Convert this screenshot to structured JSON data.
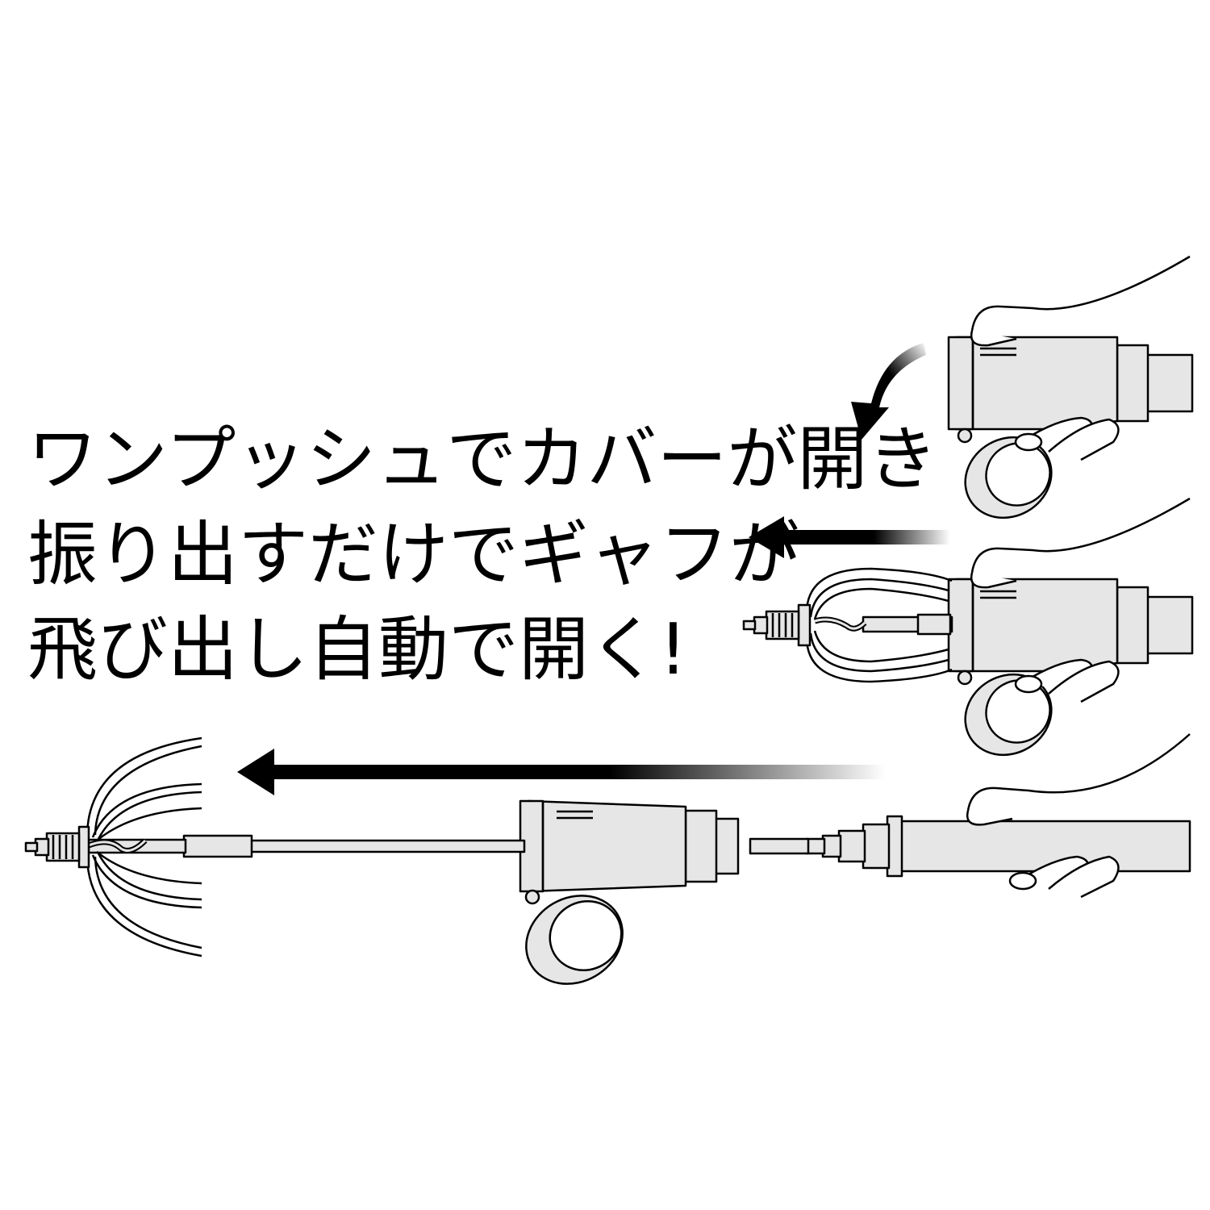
{
  "caption": {
    "lines": [
      "ワンプッシュでカバーが開き",
      "振り出すだけでギャフが",
      "飛び出し自動で開く!"
    ]
  },
  "colors": {
    "ink": "#000000",
    "fill_gray": "#e6e6e6",
    "background": "#ffffff"
  },
  "icons": [
    "curved-arrow-icon",
    "left-arrow-icon",
    "hand-icon",
    "gaff-icon"
  ]
}
